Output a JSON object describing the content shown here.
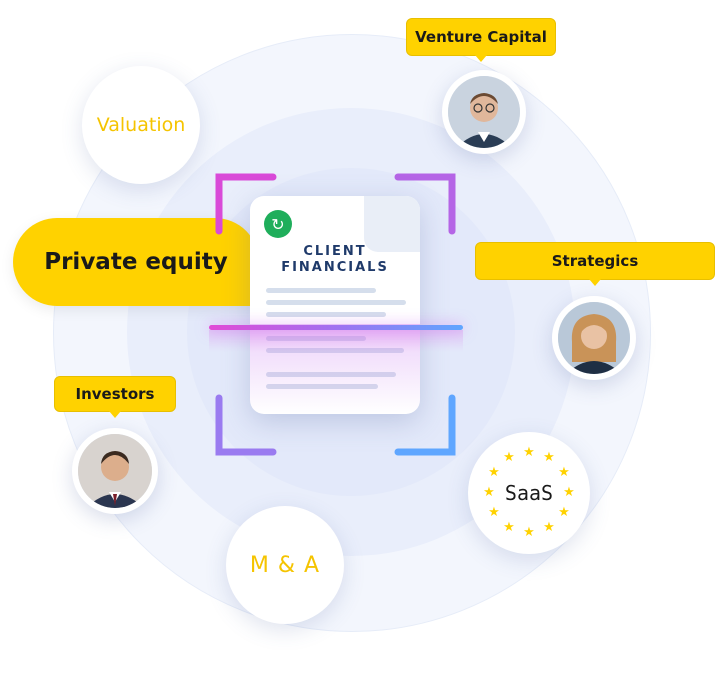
{
  "categories": {
    "valuation": "Valuation",
    "private_equity": "Private equity",
    "m_and_a": "M & A",
    "saas": "SaaS"
  },
  "roles": {
    "venture_capital": "Venture Capital",
    "strategics": "Strategics",
    "investors": "Investors"
  },
  "document": {
    "title_line1": "CLIENT",
    "title_line2": "FINANCIALS"
  },
  "colors": {
    "accent_yellow": "#ffd200",
    "text_yellow": "#f5c400",
    "scan_gradient_start": "#e14bd6",
    "scan_gradient_end": "#5fa6ff"
  },
  "icons": {
    "logo": "green-swirl-logo-icon",
    "stars": "eu-star-ring-icon"
  }
}
